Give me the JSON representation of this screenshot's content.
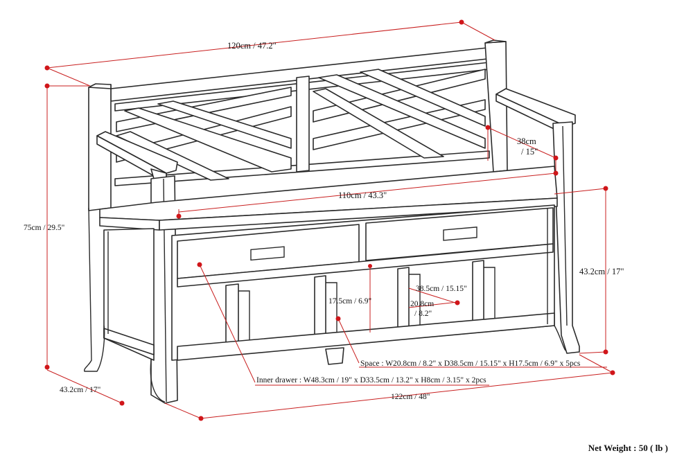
{
  "diagram": {
    "labels": {
      "overall_width_top": "120cm / 47.2\"",
      "overall_height": "75cm / 29.5\"",
      "arm_height": "38cm",
      "arm_height_in": "/ 15\"",
      "seat_width": "110cm / 43.3\"",
      "seat_height": "43.2cm / 17\"",
      "cubby_depth": "38.5cm / 15.15\"",
      "cubby_width": "20.8cm",
      "cubby_width_in": "/ 8.2\"",
      "cubby_height": "17.5cm / 6.9\"",
      "depth": "43.2cm / 17\"",
      "overall_width_bottom": "122cm / 48\"",
      "space_note": "Space : W20.8cm / 8.2\" x D38.5cm / 15.15\" x H17.5cm / 6.9\" x 5pcs",
      "drawer_note": "Inner drawer : W48.3cm / 19\" x D33.5cm / 13.2\" x H8cm / 3.15\" x 2pcs"
    },
    "net_weight": "Net Weight : 50 ( lb )",
    "colors": {
      "dimension_line": "#c81e1e",
      "dimension_dot": "#d0161a",
      "outline": "#2a2a2a"
    }
  }
}
